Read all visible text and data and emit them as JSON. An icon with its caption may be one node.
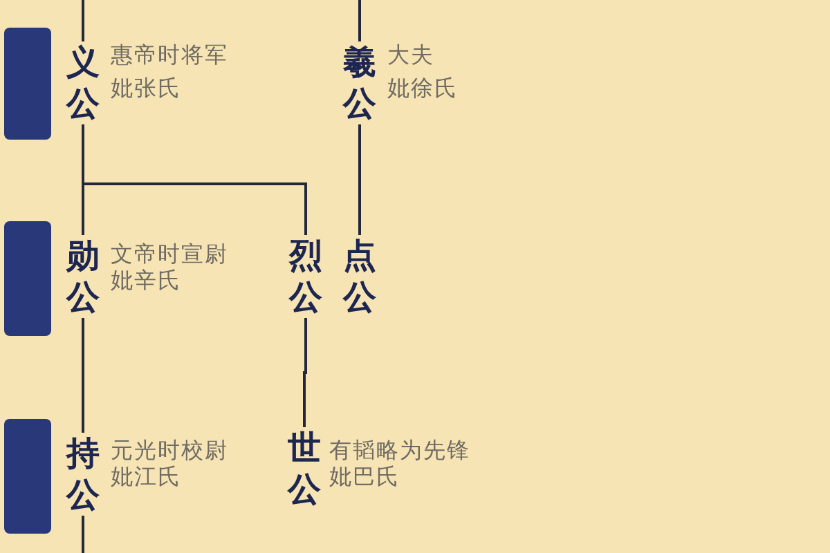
{
  "diagram": {
    "nodes": [
      {
        "text": [],
        "shape": "box"
      },
      {
        "text": [
          "义公"
        ],
        "beside": [
          "惠帝时将军",
          "妣张氏"
        ]
      },
      {
        "text": [
          "羲公"
        ],
        "beside": [
          "大夫",
          "妣徐氏"
        ]
      },
      {
        "text": [],
        "shape": "box"
      },
      {
        "text": [
          "勋公"
        ],
        "beside": [
          "文帝时宣尉",
          "妣辛氏"
        ]
      },
      {
        "text": [
          "烈公"
        ]
      },
      {
        "text": [
          "点公"
        ]
      },
      {
        "text": [],
        "shape": "box"
      },
      {
        "text": [
          "持公"
        ],
        "beside": [
          "元光时校尉",
          "妣江氏"
        ]
      },
      {
        "text": [
          "世公"
        ],
        "beside": [
          "有韬略为先锋",
          "妣巴氏"
        ]
      }
    ],
    "edges": [
      {
        "from": null,
        "to": 1,
        "arrow": "none"
      },
      {
        "from": null,
        "to": 2,
        "arrow": "none"
      },
      {
        "from": 1,
        "to": 4,
        "arrow": "none"
      },
      {
        "from": 1,
        "to": 5,
        "arrow": "none"
      },
      {
        "from": 2,
        "to": 6,
        "arrow": "none"
      },
      {
        "from": 4,
        "to": 8,
        "arrow": "none"
      },
      {
        "from": 5,
        "to": 9,
        "arrow": "none"
      },
      {
        "from": 8,
        "to": null,
        "arrow": "none"
      }
    ]
  }
}
